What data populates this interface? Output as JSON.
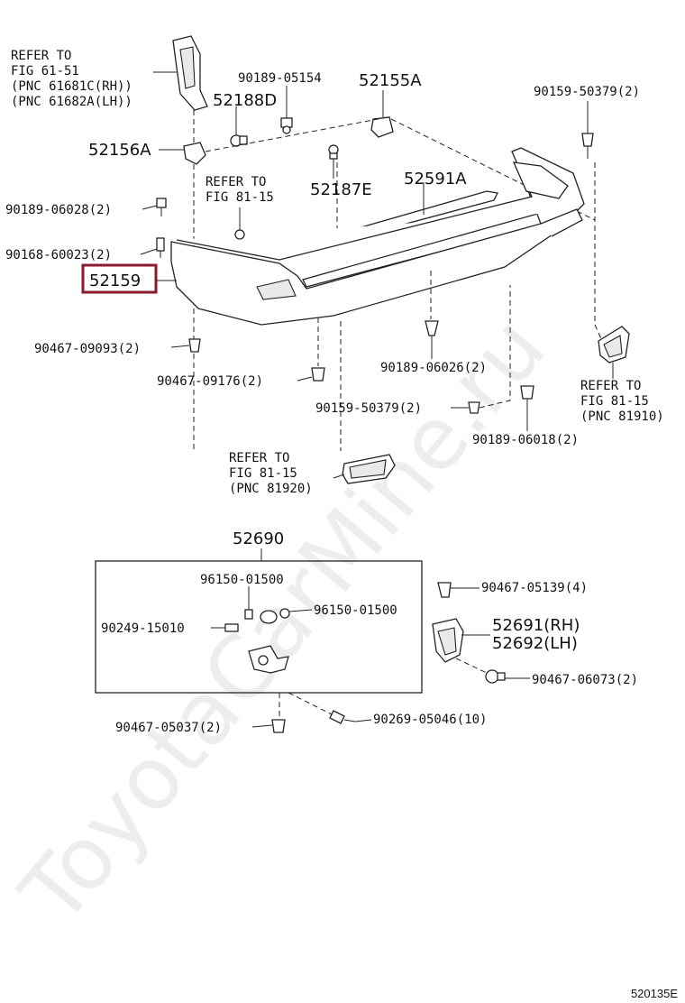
{
  "watermark": "ToyotaCarMine.ru",
  "diagram_id": "520135E",
  "highlight_color": "#8b1a2e",
  "labels": {
    "refer_fig61": {
      "l1": "REFER TO",
      "l2": "FIG 61-51",
      "l3": "(PNC 61681C(RH))",
      "l4": "(PNC 61682A(LH))"
    },
    "p90189_05154": "90189-05154",
    "p52155A": "52155A",
    "p90159_50379_top": "90159-50379(2)",
    "p52188D": "52188D",
    "p52156A": "52156A",
    "refer_fig81_15_a": {
      "l1": "REFER TO",
      "l2": "FIG 81-15"
    },
    "p52187E": "52187E",
    "p52591A": "52591A",
    "p90189_06028": "90189-06028(2)",
    "p90168_60023": "90168-60023(2)",
    "p52159": "52159",
    "p90467_09093": "90467-09093(2)",
    "p90467_09176": "90467-09176(2)",
    "p90189_06026": "90189-06026(2)",
    "refer_fig81_15_b": {
      "l1": "REFER TO",
      "l2": "FIG 81-15",
      "l3": "(PNC 81910)"
    },
    "p90159_50379_mid": "90159-50379(2)",
    "p90189_06018": "90189-06018(2)",
    "refer_fig81_15_c": {
      "l1": "REFER TO",
      "l2": "FIG 81-15",
      "l3": "(PNC 81920)"
    },
    "p52690": "52690",
    "p96150_01500_a": "96150-01500",
    "p96150_01500_b": "96150-01500",
    "p90249_15010": "90249-15010",
    "p90467_05139": "90467-05139(4)",
    "p52691": "52691(RH)",
    "p52692": "52692(LH)",
    "p90467_06073": "90467-06073(2)",
    "p90467_05037": "90467-05037(2)",
    "p90269_05046": "90269-05046(10)"
  }
}
